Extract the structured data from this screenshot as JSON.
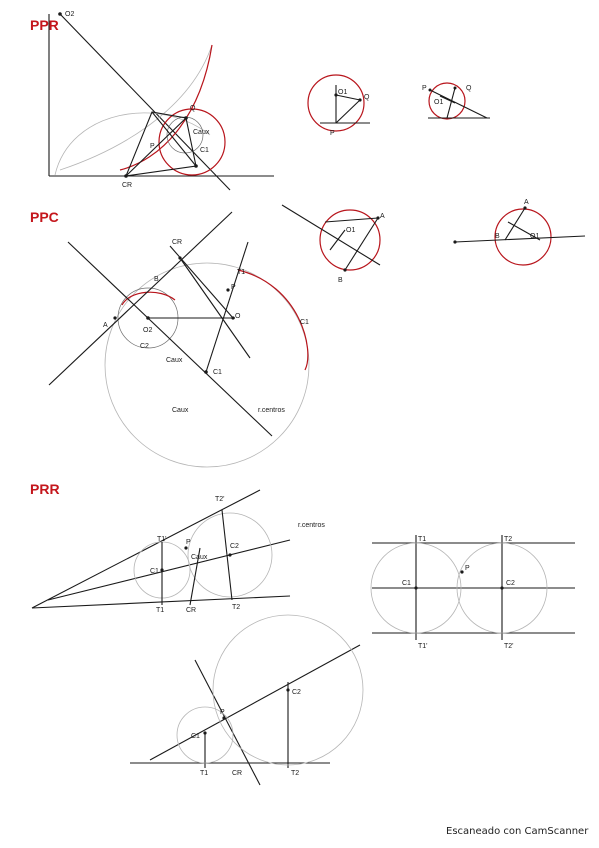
{
  "sections": {
    "ppr": "PPR",
    "ppc": "PPC",
    "prr": "PRR"
  },
  "labels": {
    "o2": "O2",
    "o1": "O1",
    "o": "O",
    "c1": "C1",
    "c2": "C2",
    "cr": "CR",
    "caux": "Caux",
    "p": "P",
    "q": "Q",
    "a": "A",
    "b": "B",
    "t1": "T1",
    "t1p": "T1'",
    "t2": "T2",
    "t2p": "T2'",
    "rcentros": "r.centros",
    "vcentros": "r.centros"
  },
  "footer": "Escaneado con CamScanner"
}
